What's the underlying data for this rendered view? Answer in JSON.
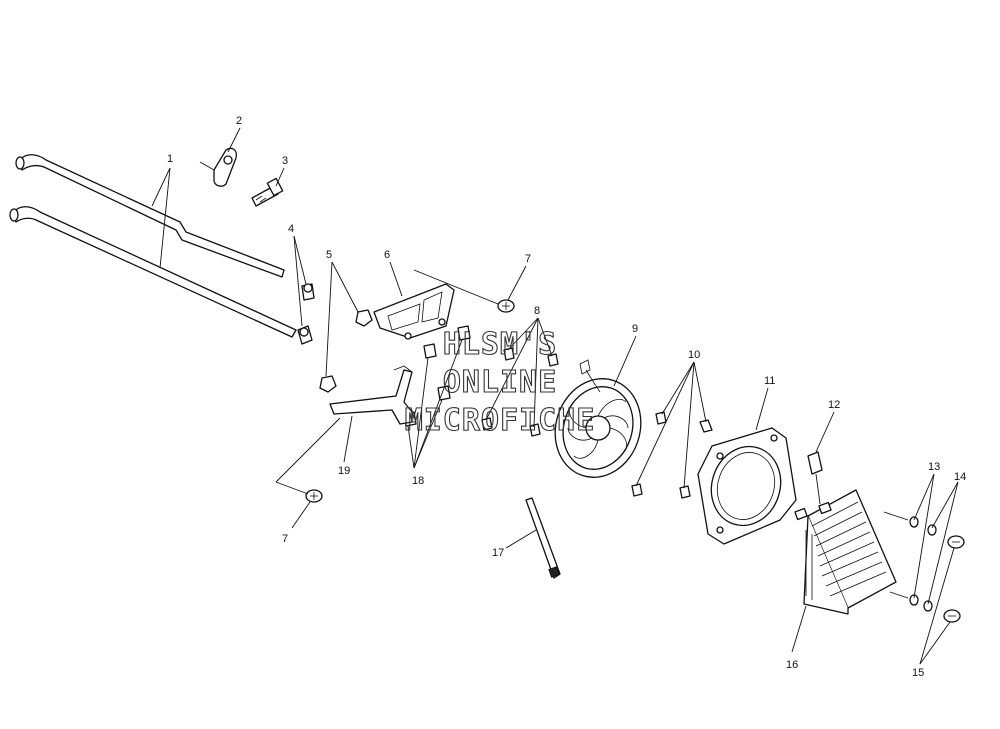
{
  "diagram": {
    "callouts": [
      "1",
      "2",
      "3",
      "4",
      "5",
      "6",
      "7",
      "7",
      "8",
      "9",
      "10",
      "11",
      "12",
      "13",
      "14",
      "15",
      "16",
      "17",
      "18",
      "19"
    ],
    "watermark": [
      "HLSM'S",
      "ONLINE",
      "MICROFICHE"
    ],
    "colors": {
      "line": "#111111",
      "background": "#ffffff"
    }
  }
}
